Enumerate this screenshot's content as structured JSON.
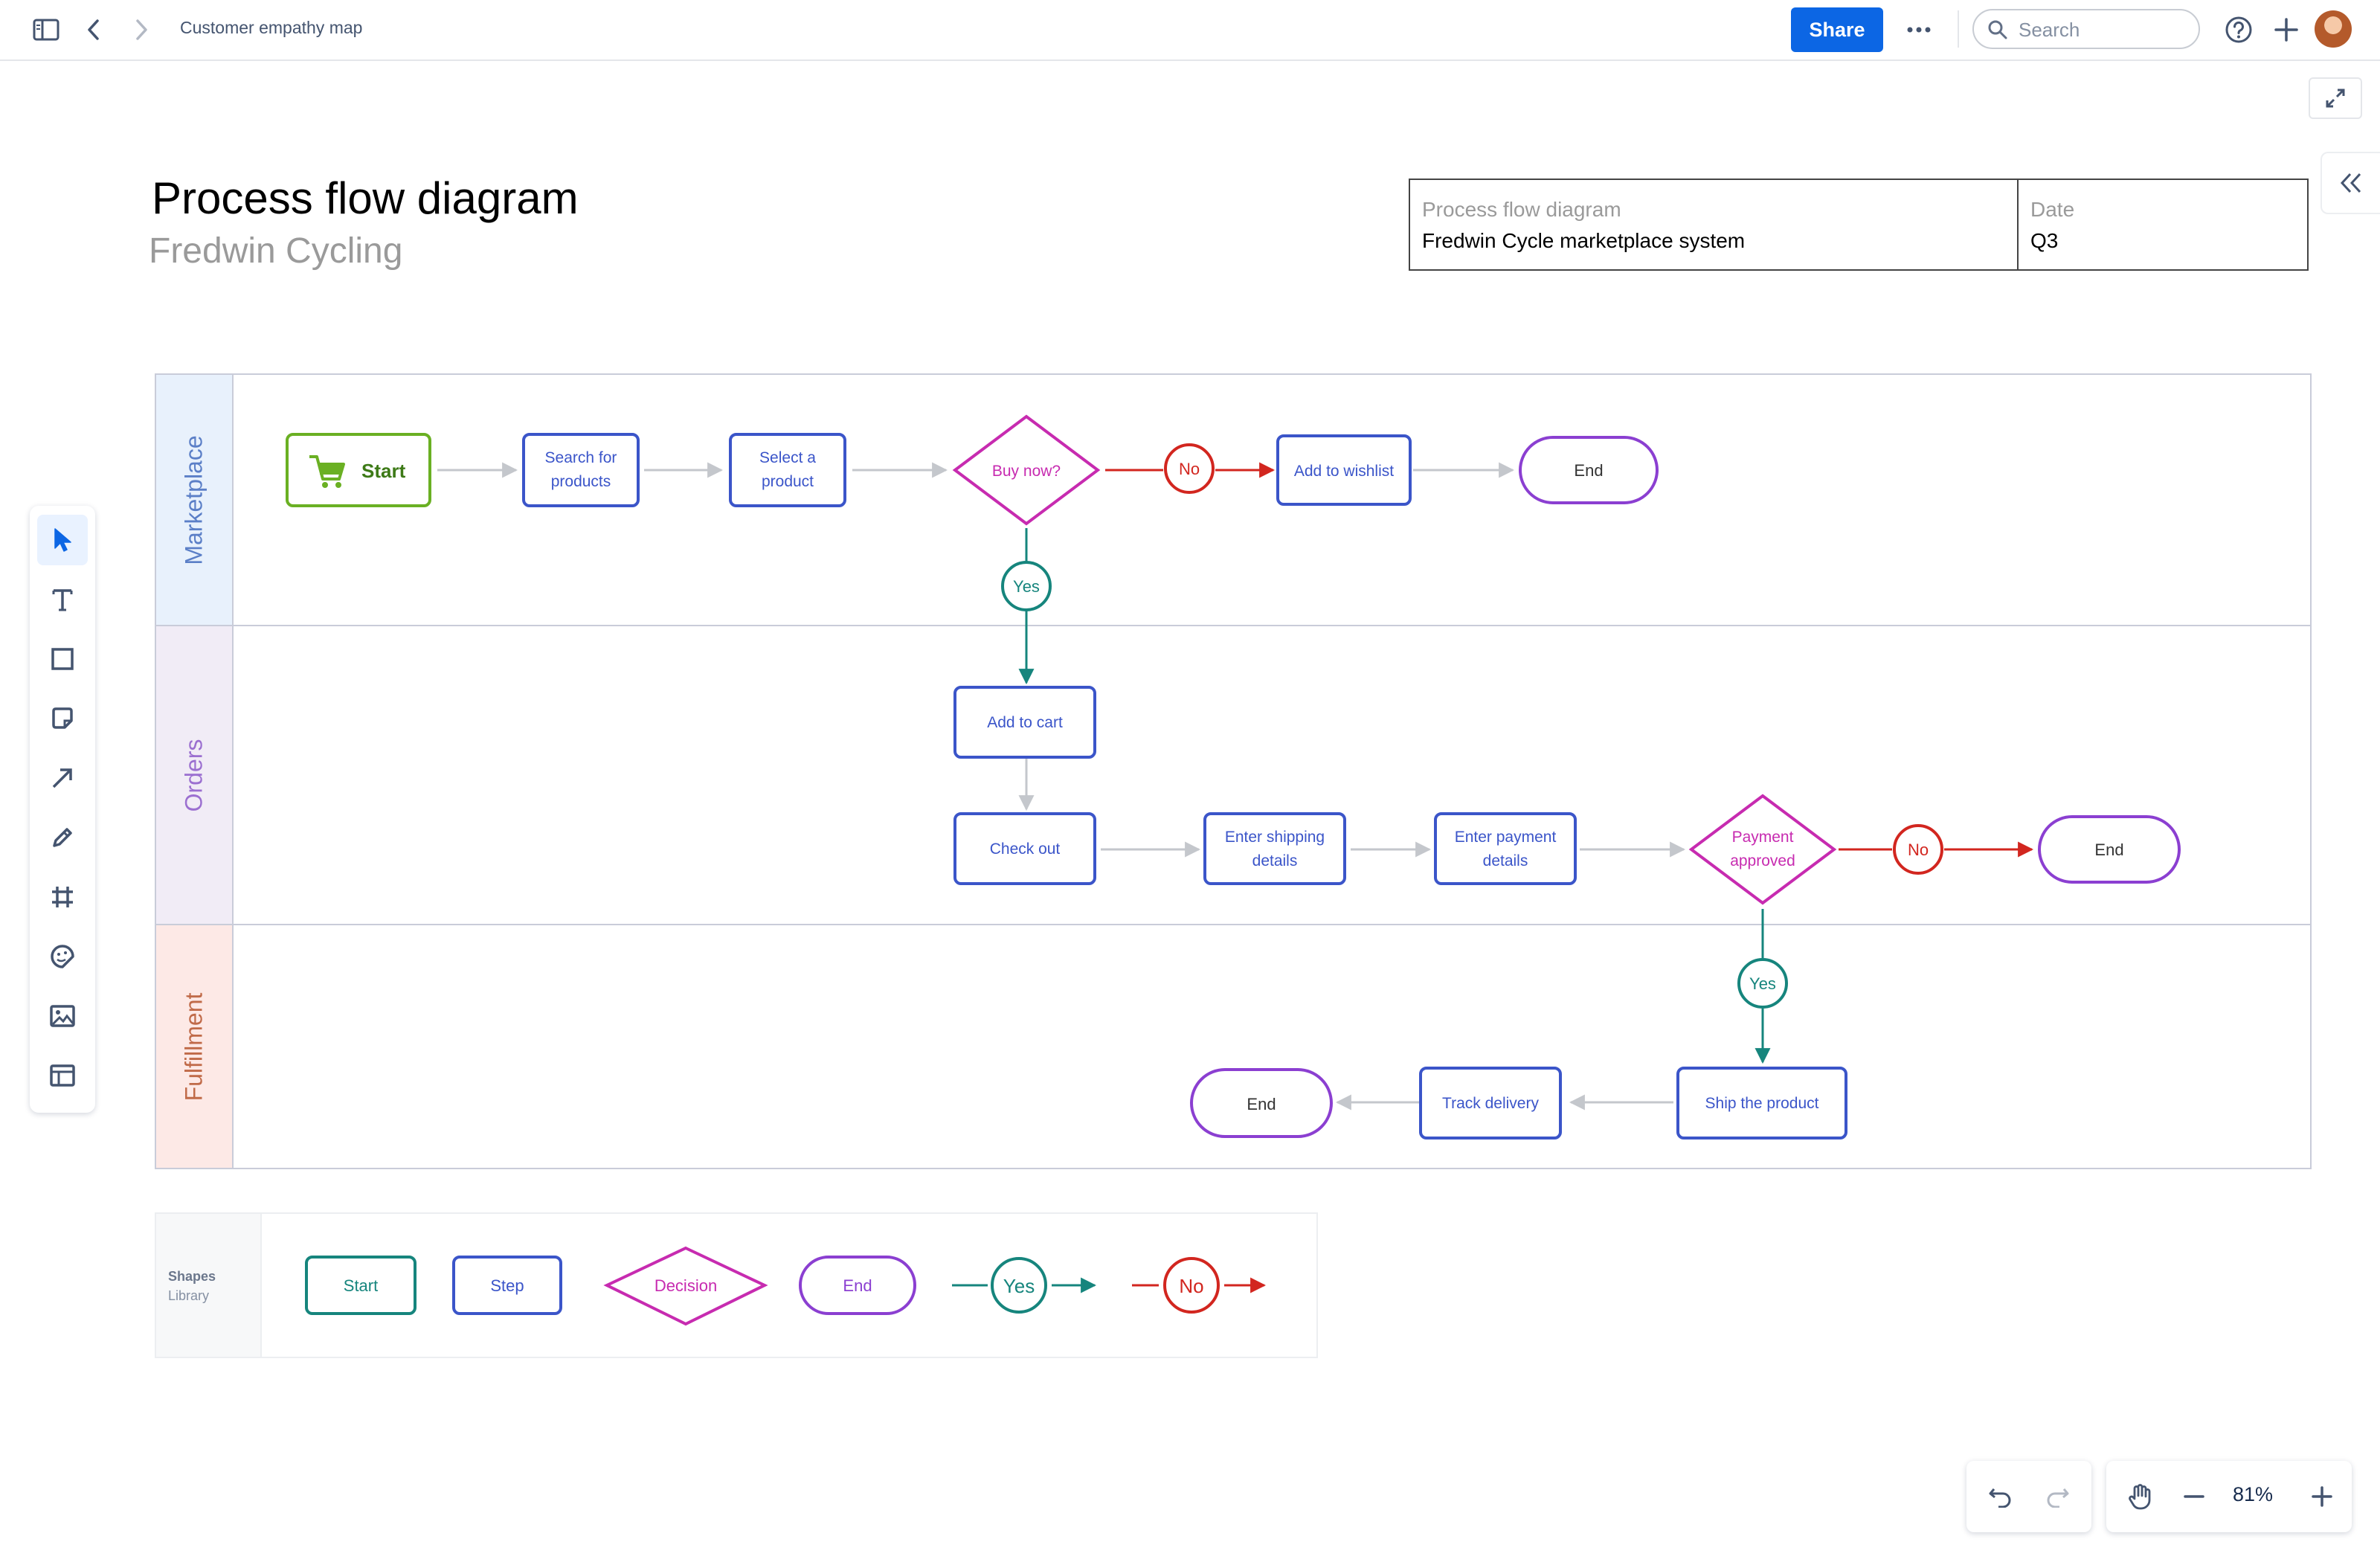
{
  "topbar": {
    "breadcrumb": "Customer empathy map",
    "share_label": "Share",
    "search_placeholder": "Search",
    "icons": [
      "sidebar-toggle-icon",
      "back-icon",
      "forward-icon",
      "more-icon",
      "search-icon",
      "help-icon",
      "plus-icon",
      "avatar"
    ]
  },
  "board": {
    "title": "Process flow diagram",
    "subtitle": "Fredwin Cycling"
  },
  "info_table": {
    "left_label": "Process flow diagram",
    "left_value": "Fredwin Cycle marketplace system",
    "right_label": "Date",
    "right_value": "Q3"
  },
  "lanes": [
    {
      "label": "Marketplace",
      "color": "#5b7fc7",
      "bg": "#e8f1fc"
    },
    {
      "label": "Orders",
      "color": "#9b6fd0",
      "bg": "#f1ecf6"
    },
    {
      "label": "Fulfillment",
      "color": "#c06a48",
      "bg": "#fde9e6"
    }
  ],
  "nodes": {
    "start": "Start",
    "search_products_1": "Search for",
    "search_products_2": "products",
    "select_product_1": "Select a",
    "select_product_2": "product",
    "buy_now": "Buy now?",
    "add_wishlist": "Add to wishlist",
    "end_1": "End",
    "add_cart": "Add to cart",
    "check_out": "Check out",
    "shipping_1": "Enter shipping",
    "shipping_2": "details",
    "payment_1": "Enter payment",
    "payment_2": "details",
    "approved_1": "Payment",
    "approved_2": "approved",
    "end_2": "End",
    "ship_product": "Ship the product",
    "track_delivery": "Track delivery",
    "end_3": "End",
    "yes": "Yes",
    "no": "No"
  },
  "library": {
    "title": "Shapes",
    "subtitle": "Library",
    "start": "Start",
    "step": "Step",
    "decision": "Decision",
    "end": "End",
    "yes": "Yes",
    "no": "No"
  },
  "colors": {
    "step": "#3b55c9",
    "start": "#6ab023",
    "decision": "#c72bb0",
    "end": "#8b3fd1",
    "yes": "#16857d",
    "no": "#d2261f",
    "connector": "#c4c7cc",
    "share": "#0c66e4"
  },
  "zoom": {
    "value": "81%"
  },
  "toolbar_tools": [
    "select-icon",
    "text-icon",
    "rectangle-icon",
    "sticky-note-icon",
    "arrow-icon",
    "pen-icon",
    "frame-icon",
    "sticker-icon",
    "image-icon",
    "template-icon"
  ]
}
